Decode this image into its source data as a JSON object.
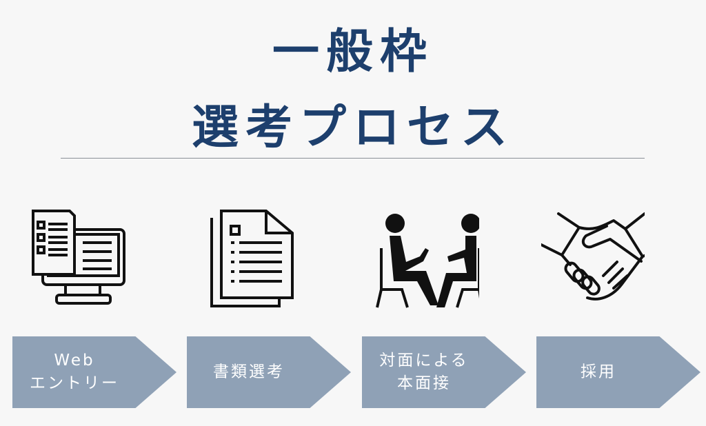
{
  "title": {
    "line1": "一般枠",
    "line2": "選考プロセス"
  },
  "steps": [
    {
      "label": "Web\nエントリー",
      "icon": "computer-form-icon"
    },
    {
      "label": "書類選考",
      "icon": "documents-icon"
    },
    {
      "label": "対面による\n本面接",
      "icon": "interview-icon"
    },
    {
      "label": "採用",
      "icon": "handshake-icon"
    }
  ],
  "colors": {
    "title": "#1d3f6d",
    "step": "#8fa1b6",
    "background": "#f7f7f7"
  }
}
